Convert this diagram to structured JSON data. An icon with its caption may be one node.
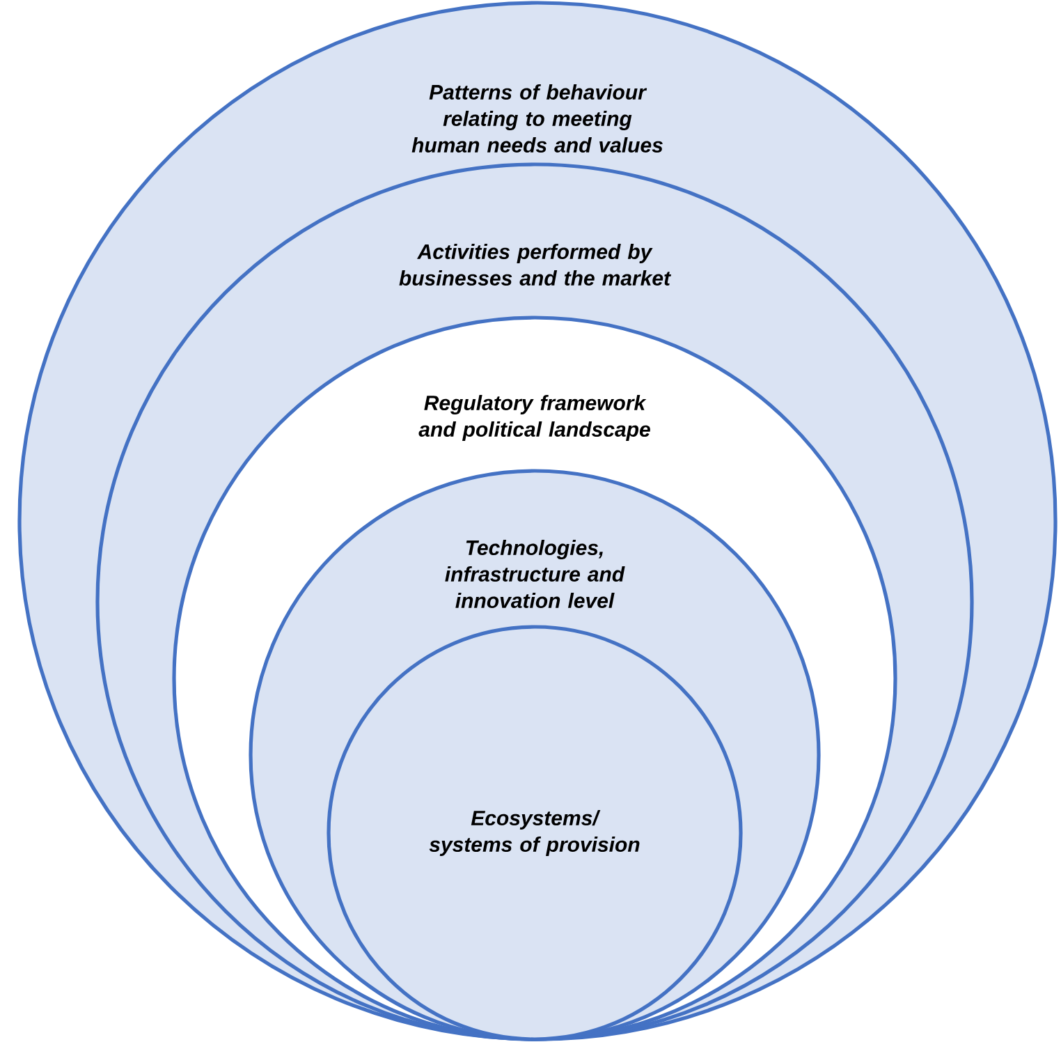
{
  "diagram": {
    "nodes": [
      {
        "text": [
          "Patterns of behaviour relating to meeting human needs and values"
        ]
      },
      {
        "text": [
          "Activities performed by businesses and the market"
        ],
        "in": 0
      },
      {
        "text": [
          "Regulatory framework and political landscape"
        ],
        "in": 1
      },
      {
        "text": [
          "Technologies, infrastructure and innovation level"
        ],
        "in": 2
      },
      {
        "text": [
          "Ecosystems/ systems of provision"
        ],
        "in": 3
      }
    ]
  }
}
